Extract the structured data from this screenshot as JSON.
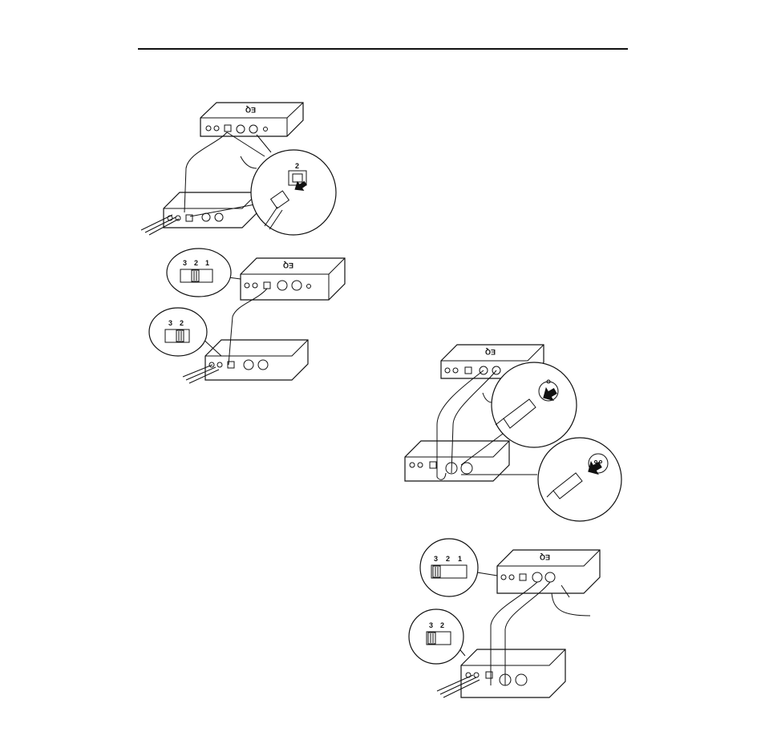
{
  "page": {
    "background": "#ffffff",
    "line_color": "#111111"
  },
  "figure_top_left": {
    "box_labels": {
      "upper": "EQ",
      "lower": ""
    },
    "callout_port_label": "2"
  },
  "figure_mid_left": {
    "switch_upper_labels": [
      "3",
      "2",
      "1"
    ],
    "switch_lower_labels": [
      "3",
      "2"
    ],
    "box_label": "EQ"
  },
  "figure_mid_right": {
    "box_label": "EQ"
  },
  "figure_bottom_right": {
    "switch_upper_labels": [
      "3",
      "2",
      "1"
    ],
    "switch_lower_labels": [
      "3",
      "2"
    ],
    "box_label": "EQ"
  },
  "icons": [
    "rj45-connector-icon",
    "xlr-connector-icon",
    "selector-switch-icon",
    "arrow-icon"
  ]
}
